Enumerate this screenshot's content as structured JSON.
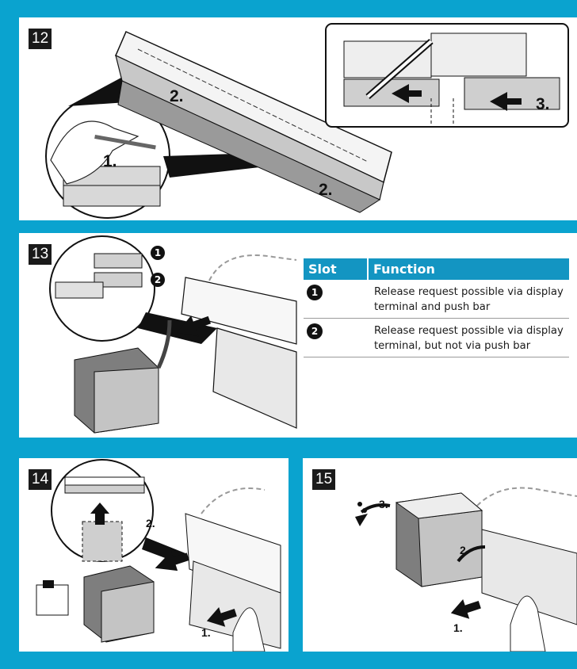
{
  "steps": {
    "s12": {
      "number": "12",
      "callouts": {
        "a": "2.",
        "b": "1.",
        "c": "2.",
        "d": "3."
      }
    },
    "s13": {
      "number": "13",
      "markers": {
        "m1": "1",
        "m2": "2"
      }
    },
    "s14": {
      "number": "14",
      "callouts": {
        "a": "2.",
        "b": "1."
      }
    },
    "s15": {
      "number": "15",
      "callouts": {
        "a": "3.",
        "b": "2.",
        "c": "1."
      }
    }
  },
  "slot_table": {
    "headers": {
      "slot": "Slot",
      "function": "Function"
    },
    "rows": [
      {
        "slot": "1",
        "function": "Release request possible via display terminal and push bar"
      },
      {
        "slot": "2",
        "function": "Release request possible via display terminal, but not via push bar"
      }
    ]
  },
  "colors": {
    "frame": "#0aa3cf",
    "table_header": "#1395c2"
  }
}
